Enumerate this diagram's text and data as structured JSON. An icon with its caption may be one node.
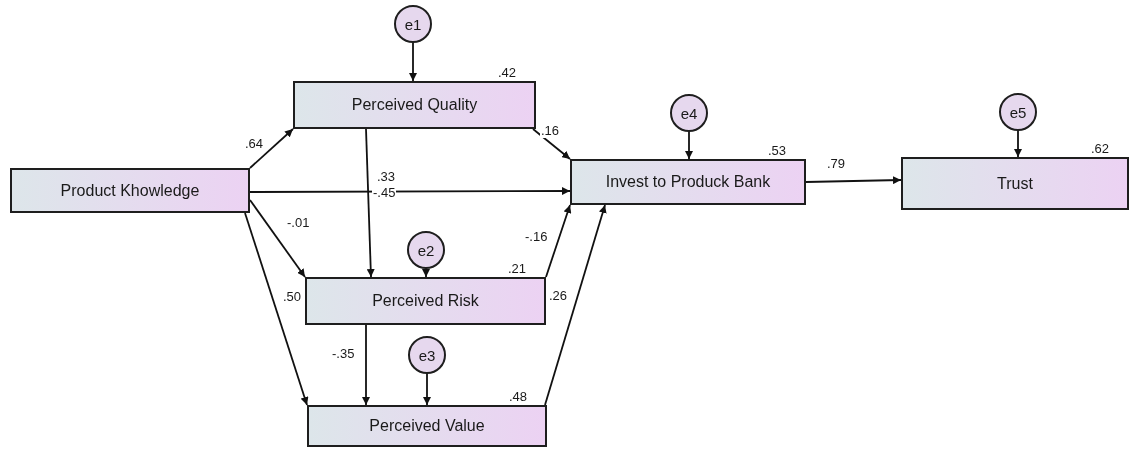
{
  "diagram": {
    "nodes": [
      {
        "text": [
          "e1"
        ]
      },
      {
        "text": [
          "Perceived Quality"
        ],
        "beside": [
          ".42"
        ]
      },
      {
        "text": [
          "e4"
        ]
      },
      {
        "text": [
          "e5"
        ]
      },
      {
        "text": [
          "Product Khowledge"
        ]
      },
      {
        "text": [
          "Invest to Produck Bank"
        ],
        "beside": [
          ".53"
        ]
      },
      {
        "text": [
          "Trust"
        ],
        "beside": [
          ".62"
        ]
      },
      {
        "text": [
          "e2"
        ]
      },
      {
        "text": [
          "Perceived Risk"
        ],
        "beside": [
          ".21"
        ]
      },
      {
        "text": [
          "e3"
        ]
      },
      {
        "text": [
          "Perceived Value"
        ],
        "beside": [
          ".48"
        ]
      }
    ],
    "edges": [
      {
        "from": 0,
        "to": 1,
        "arrow": "to"
      },
      {
        "from": 2,
        "to": 5,
        "arrow": "to"
      },
      {
        "from": 3,
        "to": 6,
        "arrow": "to"
      },
      {
        "from": 4,
        "to": 1,
        "arrow": "to",
        "label": ".64"
      },
      {
        "from": 1,
        "to": 5,
        "arrow": "to",
        "label": ".16"
      },
      {
        "from": 4,
        "to": 5,
        "arrow": "to",
        "label": ".33"
      },
      {
        "from": 1,
        "to": 8,
        "arrow": "to",
        "label": "-.45"
      },
      {
        "from": 4,
        "to": 8,
        "arrow": "to",
        "label": "-.01"
      },
      {
        "from": 8,
        "to": 5,
        "arrow": "to",
        "label": "-.16"
      },
      {
        "from": 7,
        "to": 8,
        "arrow": "to"
      },
      {
        "from": 4,
        "to": 10,
        "arrow": "to",
        "label": ".50"
      },
      {
        "from": 8,
        "to": 10,
        "arrow": "to",
        "label": "-.35"
      },
      {
        "from": 10,
        "to": 5,
        "arrow": "to",
        "label": ".26"
      },
      {
        "from": 9,
        "to": 10,
        "arrow": "to"
      },
      {
        "from": 5,
        "to": 6,
        "arrow": "to",
        "label": ".79"
      }
    ]
  }
}
